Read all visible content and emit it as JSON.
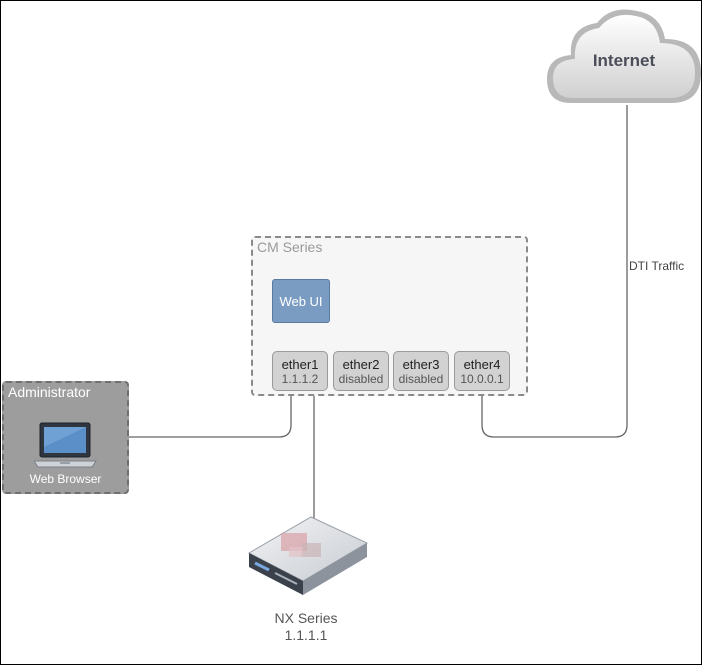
{
  "cloud": {
    "label": "Internet"
  },
  "cm_group": {
    "title": "CM Series",
    "webui_label": "Web UI",
    "ports": [
      {
        "name": "ether1",
        "value": "1.1.1.2"
      },
      {
        "name": "ether2",
        "value": "disabled"
      },
      {
        "name": "ether3",
        "value": "disabled"
      },
      {
        "name": "ether4",
        "value": "10.0.0.1"
      }
    ]
  },
  "admin": {
    "title": "Administrator",
    "subtitle": "Web Browser"
  },
  "nx": {
    "name": "NX Series",
    "ip": "1.1.1.1"
  },
  "links": {
    "dti_label": "DTI Traffic"
  },
  "colors": {
    "webui_fill": "#7b9cc2",
    "port_fill": "#d2d2d2",
    "admin_fill": "#9d9d9d",
    "line": "#666666"
  }
}
